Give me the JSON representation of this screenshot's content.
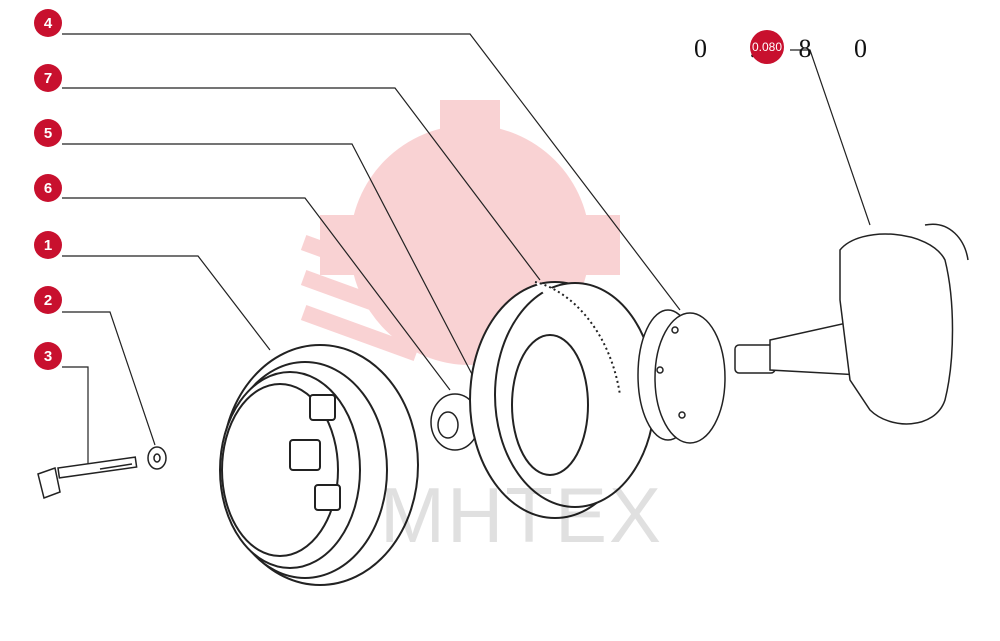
{
  "diagram": {
    "part_code": "0 . 8 0",
    "code_badge": "0.080",
    "watermark": "MHTEX",
    "callouts": [
      "4",
      "7",
      "5",
      "6",
      "1",
      "2",
      "3"
    ],
    "colors": {
      "callout": "#c8102e",
      "line": "#222222",
      "watermark_gear": "#e8363d"
    }
  }
}
